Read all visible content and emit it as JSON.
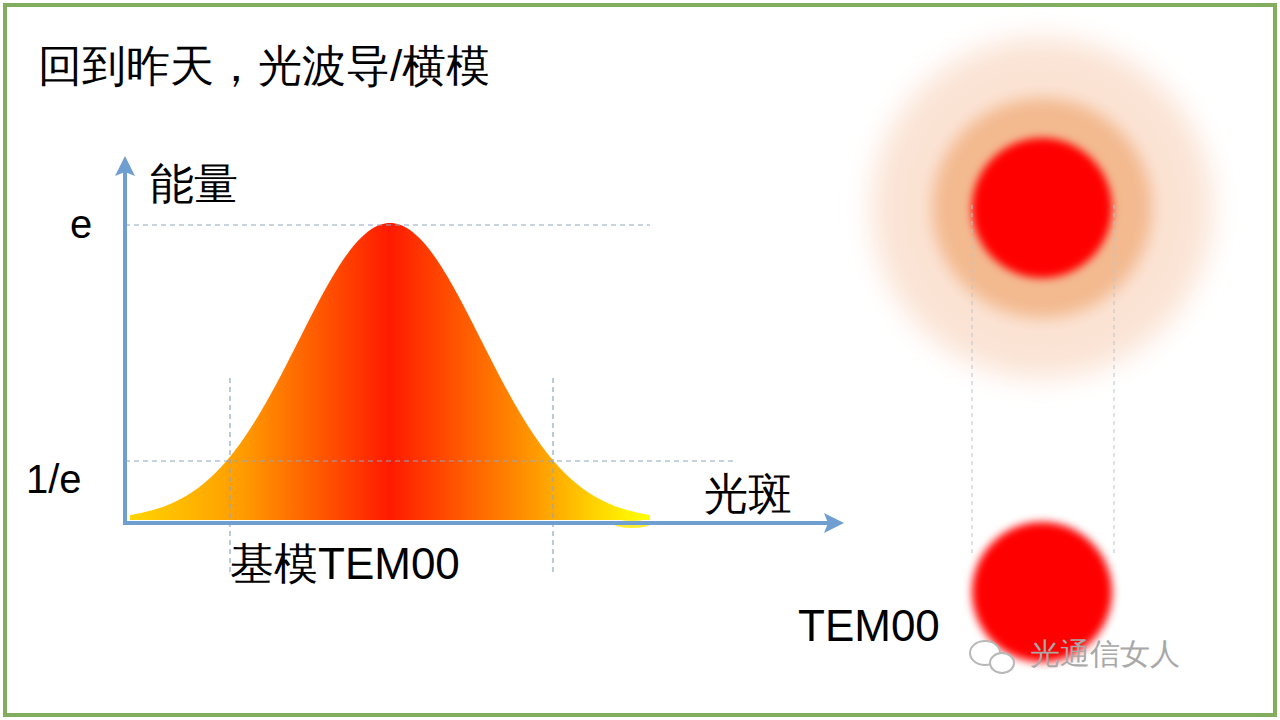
{
  "diagram": {
    "title": "回到昨天，光波导/横模",
    "labels": [
      "能量",
      "e",
      "1/e",
      "光斑",
      "基模TEM00",
      "TEM00",
      "光通信女人"
    ]
  }
}
